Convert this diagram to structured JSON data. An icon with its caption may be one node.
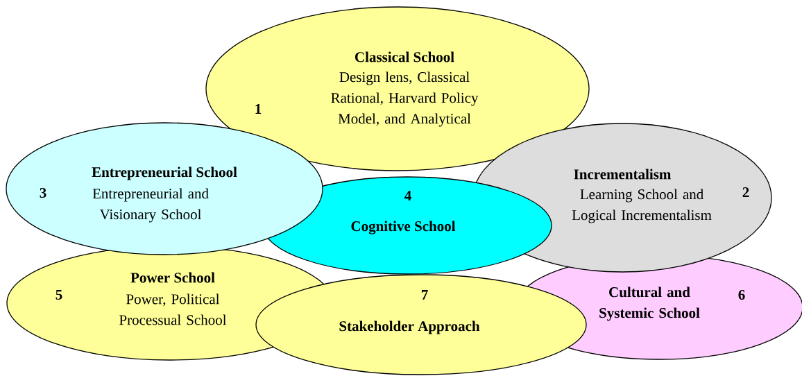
{
  "diagram": {
    "nodes": [
      {
        "text": [
          "1",
          "Classical School",
          "Design lens, Classical Rational, Harvard Policy Model, and Analytical"
        ]
      },
      {
        "text": [
          "3",
          "Entrepreneurial School",
          "Entrepreneurial and Visionary School"
        ]
      },
      {
        "text": [
          "4",
          "Cognitive School"
        ]
      },
      {
        "text": [
          "Incrementalism",
          "Learning School and Logical Incrementalism",
          "2"
        ]
      },
      {
        "text": [
          "5",
          "Power School",
          "Power, Political Processual School"
        ]
      },
      {
        "text": [
          "7",
          "Stakeholder Approach"
        ]
      },
      {
        "text": [
          "Cultural and Systemic School",
          "6"
        ]
      }
    ]
  }
}
